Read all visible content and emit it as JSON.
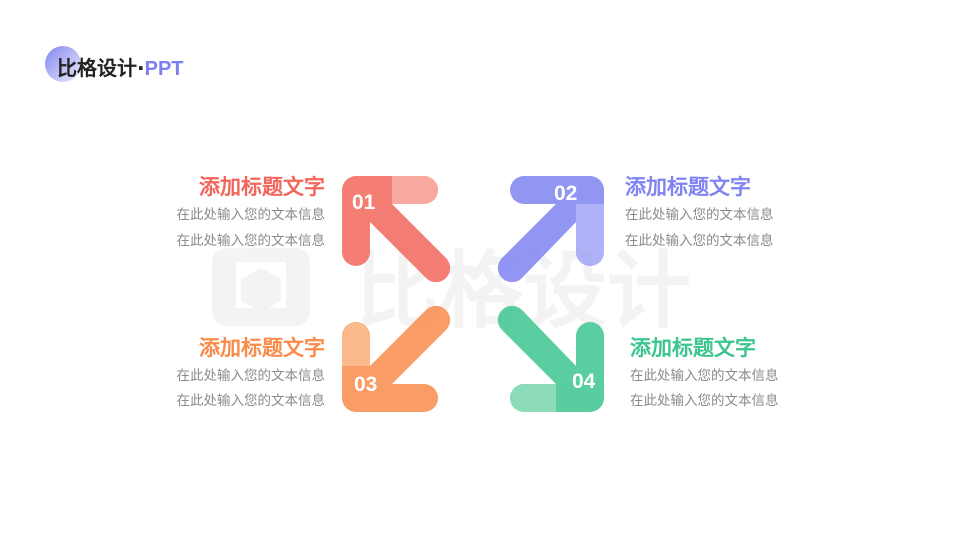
{
  "brand": {
    "name": "比格设计·",
    "suffix": "PPT"
  },
  "colors": {
    "red": "#f2665c",
    "purple": "#8084f2",
    "orange": "#f98b4b",
    "green": "#3dc58f"
  },
  "items": [
    {
      "num": "01",
      "title": "添加标题文字",
      "line1": "在此处输入您的文本信息",
      "line2": "在此处输入您的文本信息"
    },
    {
      "num": "02",
      "title": "添加标题文字",
      "line1": "在此处输入您的文本信息",
      "line2": "在此处输入您的文本信息"
    },
    {
      "num": "03",
      "title": "添加标题文字",
      "line1": "在此处输入您的文本信息",
      "line2": "在此处输入您的文本信息"
    },
    {
      "num": "04",
      "title": "添加标题文字",
      "line1": "在此处输入您的文本信息",
      "line2": "在此处输入您的文本信息"
    }
  ],
  "watermark": {
    "text": "比格设计",
    "icon": "cube-logo-icon"
  }
}
